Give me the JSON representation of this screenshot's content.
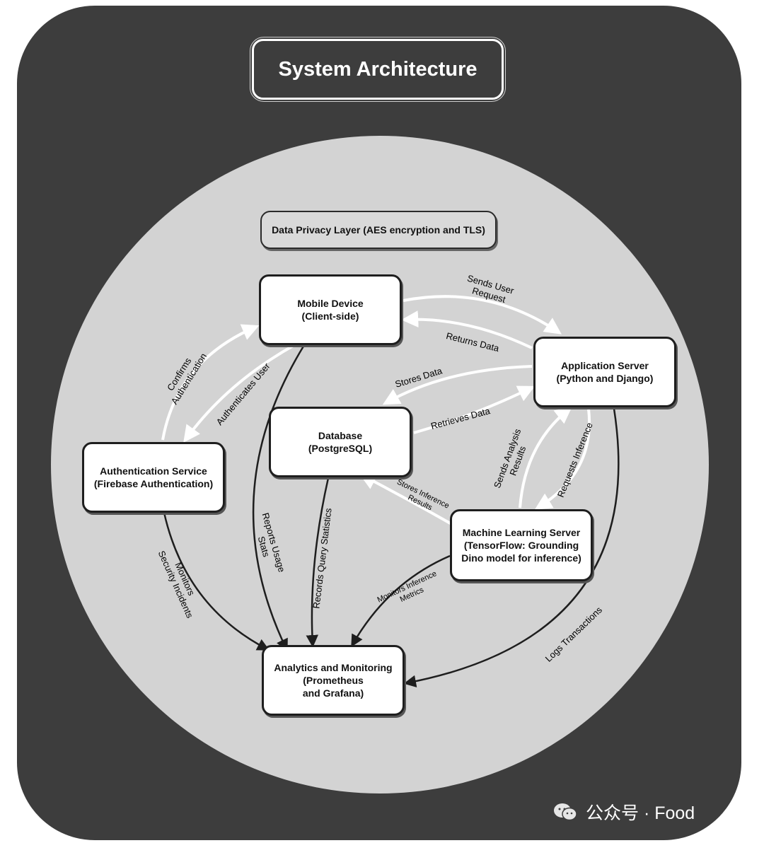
{
  "title": "System Architecture",
  "privacy_layer": "Data Privacy Layer (AES encryption and TLS)",
  "nodes": {
    "mobile": {
      "line1": "Mobile Device",
      "line2": "(Client-side)"
    },
    "app_server": {
      "line1": "Application Server",
      "line2": "(Python and Django)"
    },
    "database": {
      "line1": "Database",
      "line2": "(PostgreSQL)"
    },
    "auth": {
      "line1": "Authentication Service",
      "line2": "(Firebase Authentication)"
    },
    "ml": {
      "line1": "Machine Learning Server",
      "line2": "(TensorFlow: Grounding",
      "line3": "Dino model for inference)"
    },
    "analytics": {
      "line1": "Analytics and Monitoring",
      "line2": "(Prometheus",
      "line3": "and Grafana)"
    }
  },
  "edges": {
    "sends_user_request": {
      "line1": "Sends User",
      "line2": "Request"
    },
    "returns_data": "Returns Data",
    "stores_data": "Stores Data",
    "retrieves_data": "Retrieves Data",
    "confirms_auth": {
      "line1": "Confirms",
      "line2": "Authentication"
    },
    "authenticates_user": "Authenticates User",
    "sends_analysis": {
      "line1": "Sends Analysis",
      "line2": "Results"
    },
    "requests_inference": "Requests Inference",
    "stores_inference": {
      "line1": "Stores Inference",
      "line2": "Results"
    },
    "monitors_security": {
      "line1": "Monitors",
      "line2": "Security Incidents"
    },
    "reports_usage": {
      "line1": "Reports Usage",
      "line2": "Stats"
    },
    "records_query": "Records Query Statistics",
    "monitors_inference": {
      "line1": "Monitors Inference",
      "line2": "Metrics"
    },
    "logs_transactions": "Logs Transactions"
  },
  "watermark": "公众号 · Food",
  "colors": {
    "outer": "#3d3d3d",
    "circle": "#d3d3d3",
    "arrow_dark": "#1e1e1e",
    "arrow_light": "#ffffff"
  }
}
